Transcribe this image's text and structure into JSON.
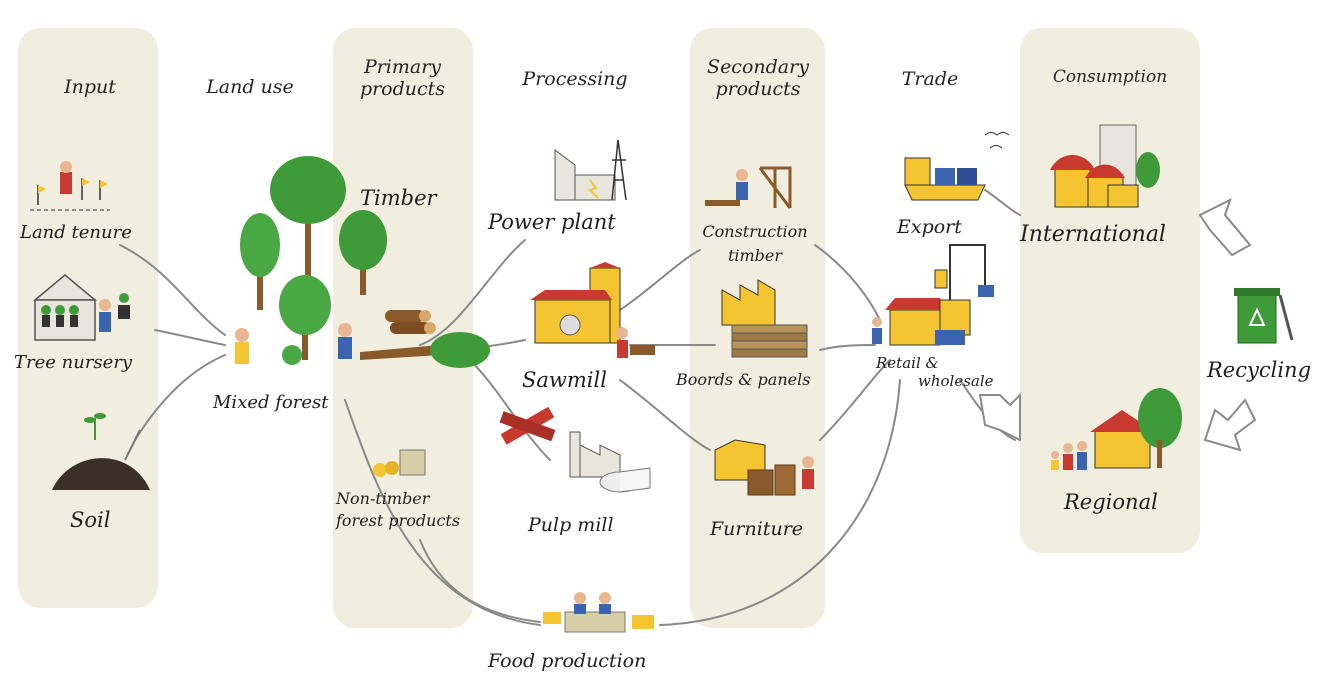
{
  "columns": {
    "input": "Input",
    "land_use": "Land use",
    "primary_products": [
      "Primary",
      "products"
    ],
    "processing": "Processing",
    "secondary_products": [
      "Secondary",
      "products"
    ],
    "trade": "Trade",
    "consumption": "Consumption"
  },
  "nodes": {
    "land_tenure": "Land tenure",
    "tree_nursery": "Tree nursery",
    "soil": "Soil",
    "mixed_forest": "Mixed forest",
    "timber": "Timber",
    "non_timber": [
      "Non-timber",
      "forest products"
    ],
    "power_plant": "Power plant",
    "sawmill": "Sawmill",
    "pulp_mill": "Pulp mill",
    "construction_timber": [
      "Construction",
      "timber"
    ],
    "boards_panels": "Boords & panels",
    "furniture": "Furniture",
    "export": "Export",
    "retail_wholesale": [
      "Retail &",
      "wholesale"
    ],
    "international": "International",
    "regional": "Regional",
    "recycling": "Recycling",
    "food_production": "Food production"
  },
  "colors": {
    "band": "#f1eedf",
    "tree_green": "#3f9a3a",
    "house_yellow": "#f4c531",
    "roof_red": "#c8392f",
    "flow_gray": "#8a8a8a",
    "ink": "#1f1f1f"
  }
}
